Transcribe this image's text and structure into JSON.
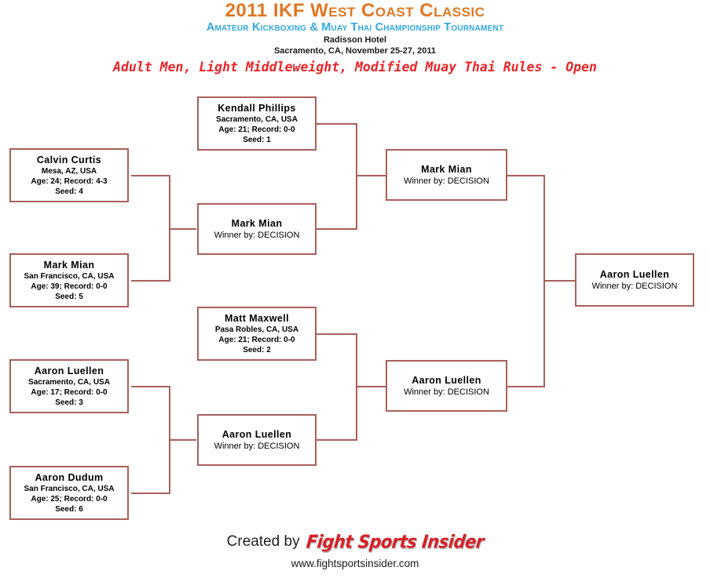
{
  "header": {
    "main_title": "2011 IKF West Coast Classic",
    "sub_title": "Amateur Kickboxing & Muay Thai Championship Tournament",
    "venue_name": "Radisson Hotel",
    "venue_date": "Sacramento, CA, November 25-27, 2011",
    "division": "Adult Men, Light Middleweight, Modified Muay Thai Rules - Open",
    "colors": {
      "main_title": "#e07722",
      "sub_title": "#31a8e0",
      "division": "#e8252a",
      "bracket_line": "#a8605c"
    }
  },
  "bracket": {
    "round1": [
      {
        "name": "Calvin  Curtis",
        "hometown": "Mesa, AZ, USA",
        "stats": "Age: 24; Record: 4-3",
        "seed": "Seed: 4"
      },
      {
        "name": "Mark  Mian",
        "hometown": "San Francisco, CA, USA",
        "stats": "Age: 39; Record: 0-0",
        "seed": "Seed: 5"
      },
      {
        "name": "Aaron  Luellen",
        "hometown": "Sacramento, CA, USA",
        "stats": "Age: 17; Record: 0-0",
        "seed": "Seed: 3"
      },
      {
        "name": "Aaron  Dudum",
        "hometown": "San Francisco, CA, USA",
        "stats": "Age: 25; Record: 0-0",
        "seed": "Seed: 6"
      }
    ],
    "round2": [
      {
        "name": "Kendall Phillips",
        "hometown": "Sacramento, CA, USA",
        "stats": "Age: 21; Record: 0-0",
        "seed": "Seed: 1"
      },
      {
        "name": "Mark  Mian",
        "result": "Winner by: DECISION"
      },
      {
        "name": "Matt Maxwell",
        "hometown": "Pasa Robles, CA, USA",
        "stats": "Age: 21; Record: 0-0",
        "seed": "Seed: 2"
      },
      {
        "name": "Aaron  Luellen",
        "result": "Winner by: DECISION"
      }
    ],
    "semifinals": [
      {
        "name": "Mark  Mian",
        "result": "Winner by: DECISION"
      },
      {
        "name": "Aaron  Luellen",
        "result": "Winner by: DECISION"
      }
    ],
    "final": {
      "name": "Aaron  Luellen",
      "result": "Winner by: DECISION"
    }
  },
  "footer": {
    "credit": "Created by",
    "brand": "Fight Sports Insider",
    "url": "www.fightsportsinsider.com"
  }
}
